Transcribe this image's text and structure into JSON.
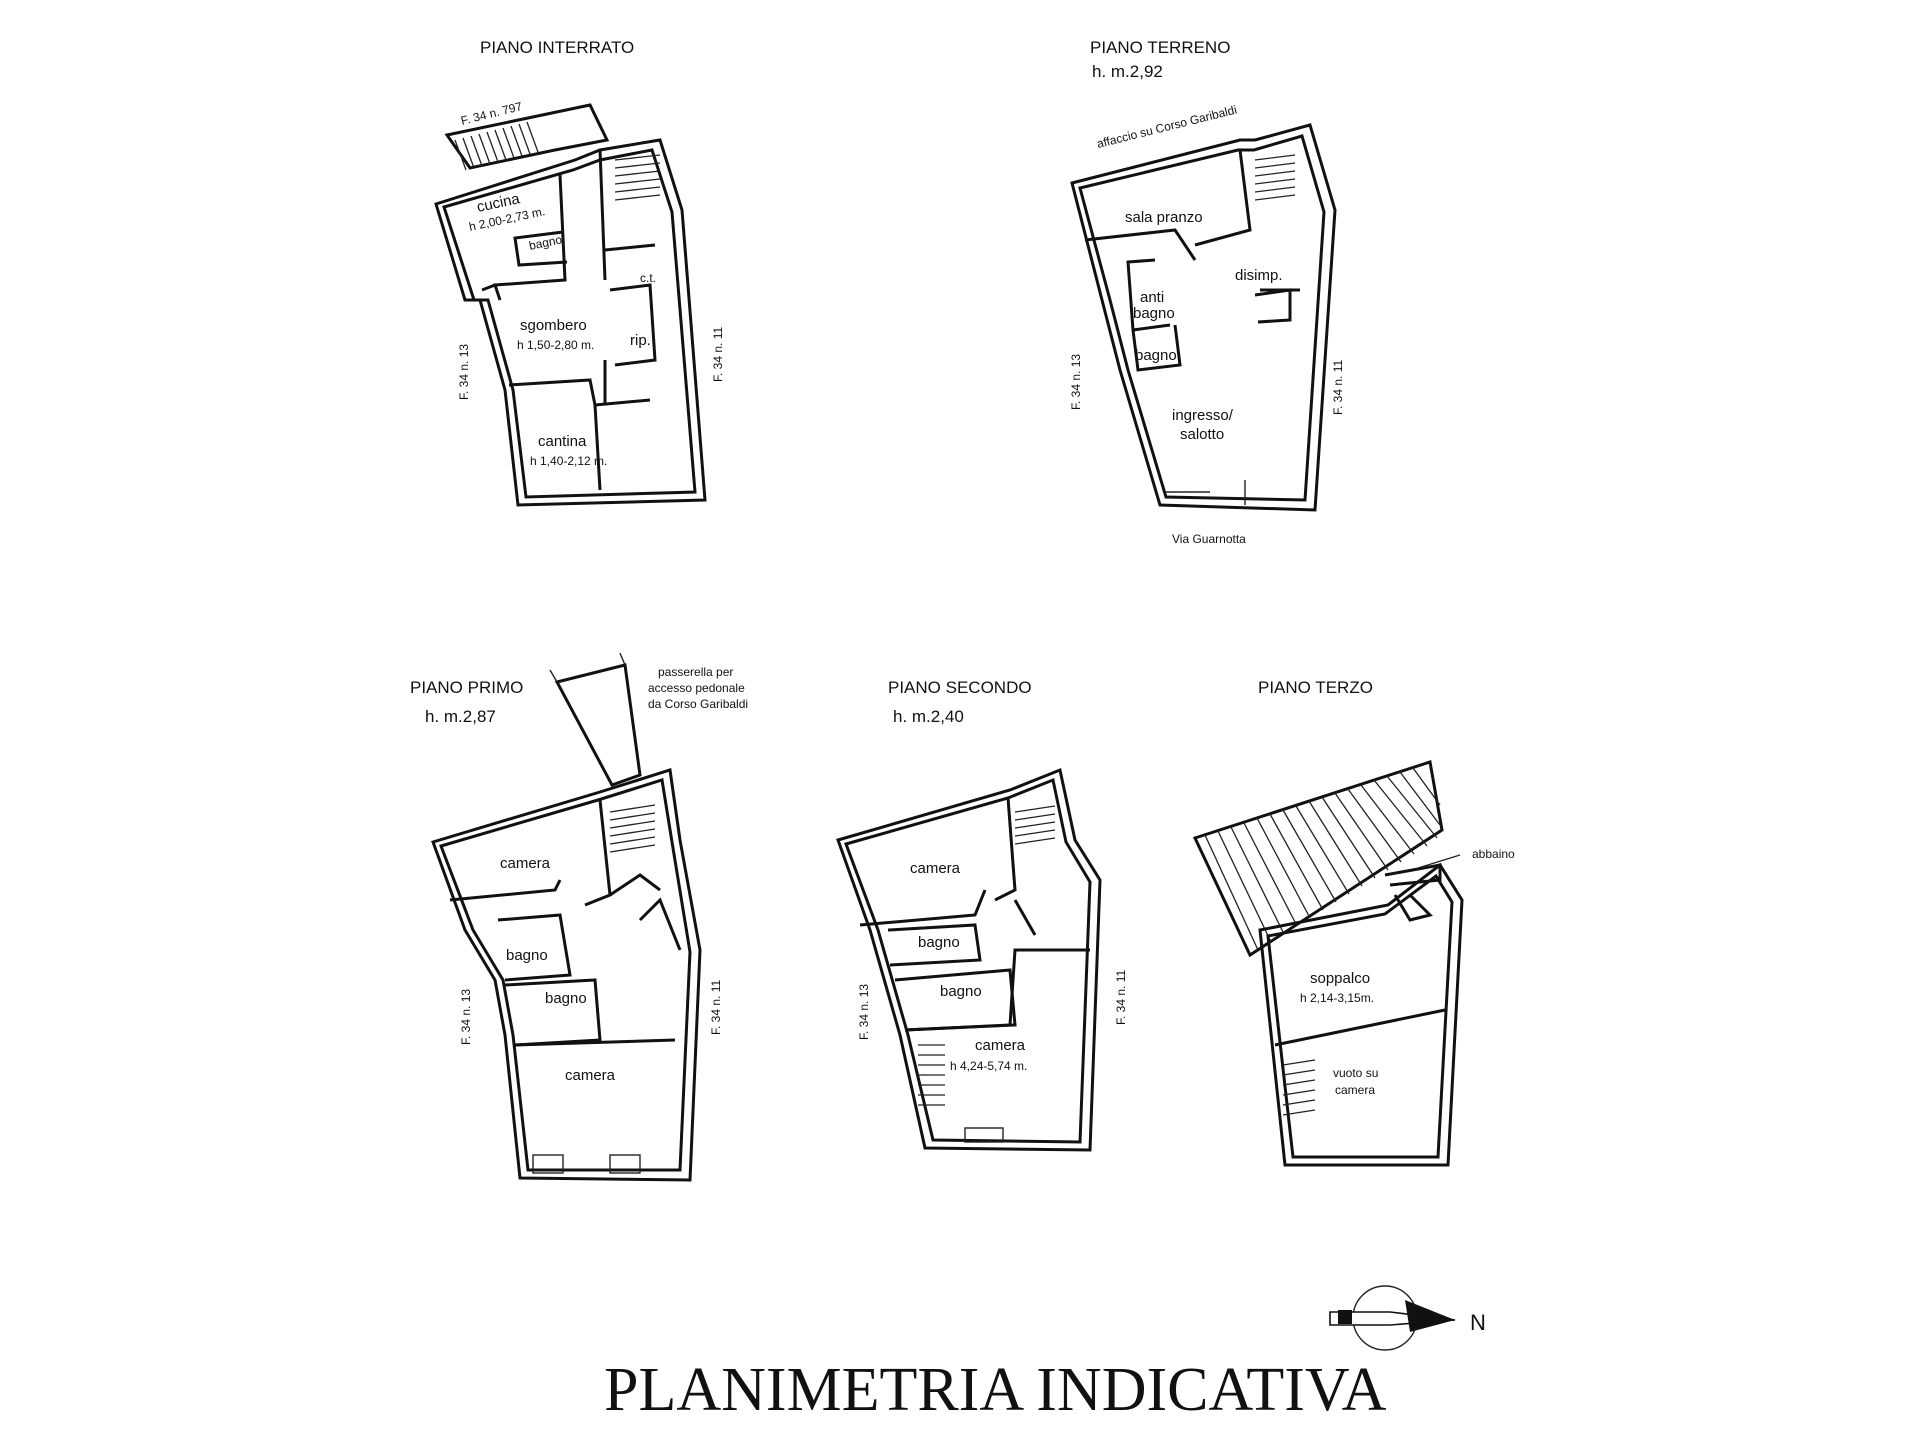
{
  "title": "PLANIMETRIA INDICATIVA",
  "north_label": "N",
  "floors": {
    "interrato": {
      "title": "PIANO INTERRATO",
      "parcel_label": "F. 34 n. 797",
      "left_label": "F. 34 n. 13",
      "right_label": "F. 34 n. 11",
      "rooms": {
        "cucina": "cucina",
        "cucina_h": "h 2,00-2,73 m.",
        "bagno": "bagno",
        "ct": "c.t.",
        "sgombero": "sgombero",
        "sgombero_h": "h 1,50-2,80 m.",
        "rip": "rip.",
        "cantina": "cantina",
        "cantina_h": "h 1,40-2,12 m."
      }
    },
    "terreno": {
      "title": "PIANO TERRENO",
      "height": "h. m.2,92",
      "top_note": "affaccio su Corso Garibaldi",
      "left_label": "F. 34 n. 13",
      "right_label": "F. 34 n. 11",
      "street": "Via Guarnotta",
      "rooms": {
        "sala": "sala pranzo",
        "disimp": "disimp.",
        "anti1": "anti",
        "anti2": "bagno",
        "bagno": "bagno",
        "ingresso1": "ingresso/",
        "ingresso2": "salotto"
      }
    },
    "primo": {
      "title": "PIANO PRIMO",
      "height": "h. m.2,87",
      "note1": "passerella per",
      "note2": "accesso pedonale",
      "note3": "da Corso Garibaldi",
      "left_label": "F. 34 n. 13",
      "right_label": "F. 34 n. 11",
      "rooms": {
        "camera1": "camera",
        "bagno1": "bagno",
        "bagno2": "bagno",
        "camera2": "camera"
      }
    },
    "secondo": {
      "title": "PIANO SECONDO",
      "height": "h. m.2,40",
      "left_label": "F. 34 n. 13",
      "right_label": "F. 34 n. 11",
      "rooms": {
        "camera1": "camera",
        "bagno1": "bagno",
        "bagno2": "bagno",
        "camera2": "camera",
        "camera2_h": "h 4,24-5,74 m."
      }
    },
    "terzo": {
      "title": "PIANO TERZO",
      "abbaino": "abbaino",
      "rooms": {
        "soppalco": "soppalco",
        "soppalco_h": "h 2,14-3,15m.",
        "vuoto1": "vuoto su",
        "vuoto2": "camera"
      }
    }
  }
}
